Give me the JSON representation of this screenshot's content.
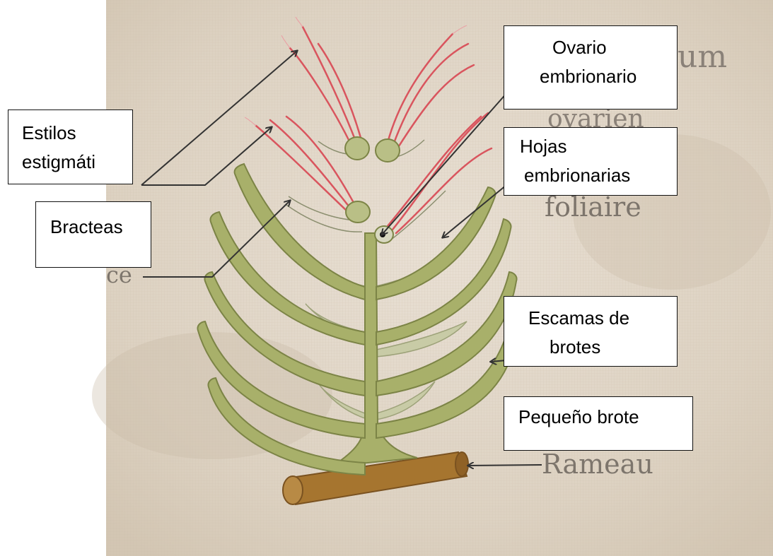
{
  "diagram": {
    "background_text": {
      "um": "um",
      "ovario_fragment": "ovarien",
      "foliaire": "foliaire",
      "rameau": "Rameau",
      "ce": "ce"
    },
    "labels": {
      "estilos": {
        "line1": "Estilos",
        "line2": "estigmáti"
      },
      "bracteas": {
        "line1": "Bracteas"
      },
      "ovario": {
        "line1": "Ovario",
        "line2": "embrionario"
      },
      "hojas": {
        "line1": "Hojas",
        "line2": "embrionarias"
      },
      "escamas": {
        "line1": "Escamas de",
        "line2": "brotes"
      },
      "brote": {
        "line1": "Pequeño brote"
      }
    },
    "colors": {
      "paper": "#e6ddd0",
      "branch": "#a8b06a",
      "branch_stroke": "#7c8446",
      "stem": "#a6752f",
      "stigma": "#d9555e",
      "arrow": "#333333"
    }
  }
}
